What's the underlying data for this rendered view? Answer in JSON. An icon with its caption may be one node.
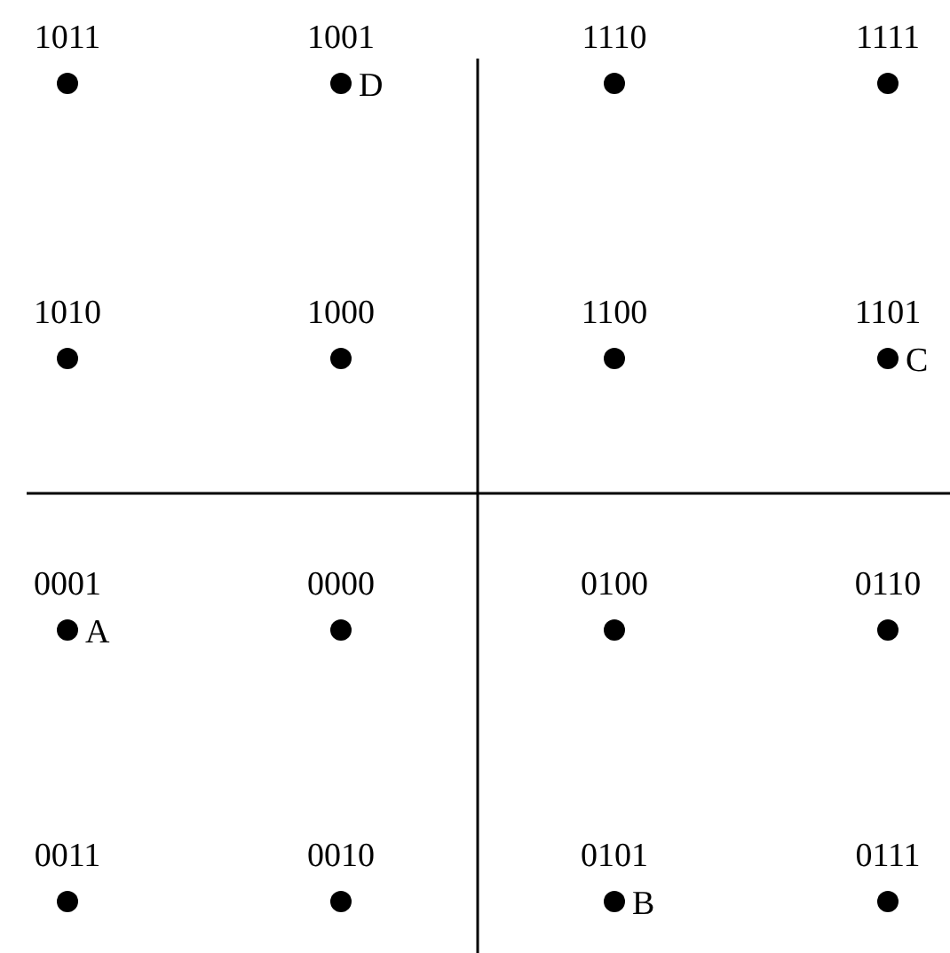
{
  "diagram": {
    "labels": [
      "1011",
      "1001",
      "D",
      "1110",
      "1111",
      "1010",
      "1000",
      "1100",
      "1101",
      "C",
      "0001",
      "0000",
      "0100",
      "0110",
      "A",
      "0011",
      "0010",
      "0101",
      "0111",
      "B"
    ]
  }
}
